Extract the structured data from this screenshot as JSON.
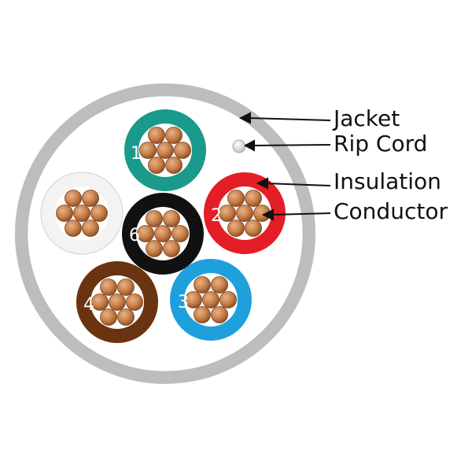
{
  "labels": {
    "jacket": "Jacket",
    "rip_cord": "Rip Cord",
    "insulation": "Insulation",
    "conductor": "Conductor"
  },
  "wires": [
    {
      "number": "1",
      "color": "#1a9a8a"
    },
    {
      "number": "2",
      "color": "#e41e26"
    },
    {
      "number": "3",
      "color": "#1ea0dc"
    },
    {
      "number": "4",
      "color": "#6b3410"
    },
    {
      "number": "",
      "color": "#f3f3f3"
    },
    {
      "number": "6",
      "color": "#111111"
    }
  ],
  "colors": {
    "jacket": "#bdbdbd",
    "jacket_inner": "#ffffff",
    "strand": "#c8814a",
    "strand_dark": "#8a4a22",
    "rip_cord": "#d9d9d9"
  }
}
